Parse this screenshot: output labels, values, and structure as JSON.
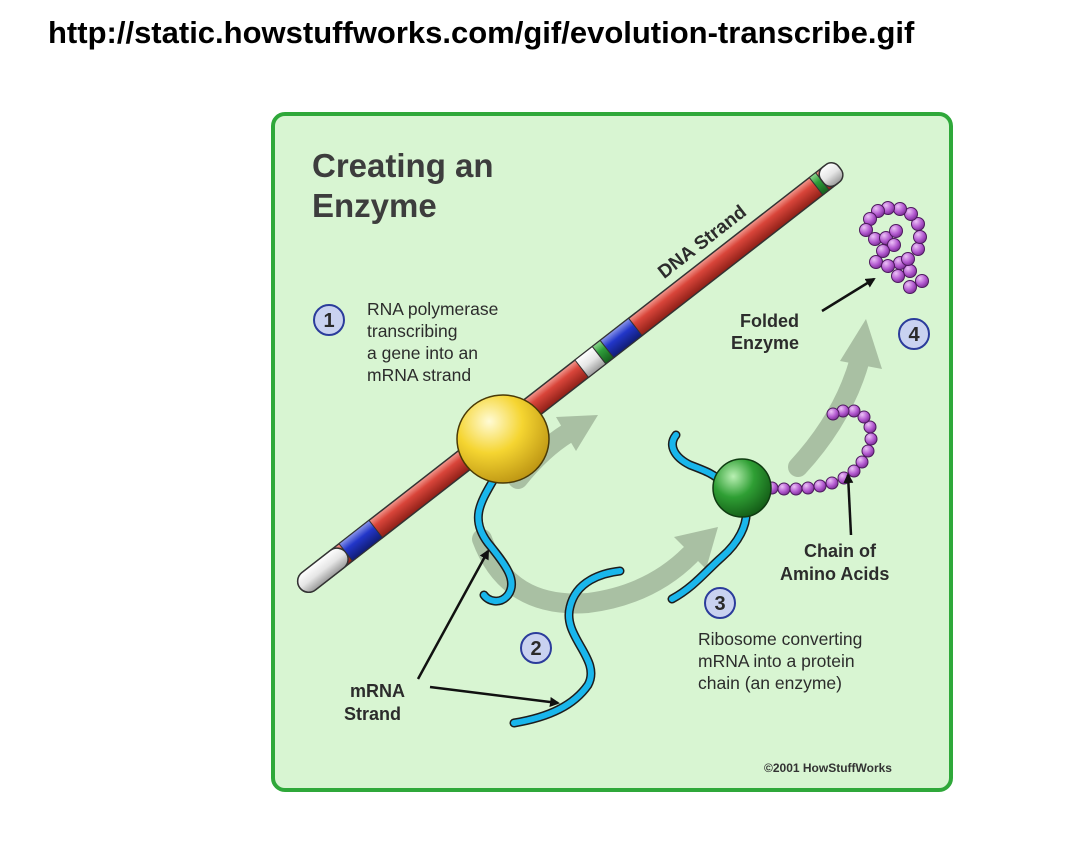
{
  "page": {
    "url_title": "http://static.howstuffworks.com/gif/evolution-transcribe.gif"
  },
  "diagram": {
    "title_line1": "Creating an",
    "title_line2": "Enzyme",
    "dna_label": "DNA Strand",
    "steps": [
      {
        "number": "1",
        "lines": [
          "RNA polymerase",
          "transcribing",
          "a gene into an",
          "mRNA strand"
        ]
      },
      {
        "number": "2",
        "lines": []
      },
      {
        "number": "3",
        "lines": [
          "Ribosome converting",
          "mRNA into a protein",
          "chain (an enzyme)"
        ]
      },
      {
        "number": "4",
        "lines": []
      }
    ],
    "folded_enzyme_lines": [
      "Folded",
      "Enzyme"
    ],
    "amino_chain_lines": [
      "Chain of",
      "Amino Acids"
    ],
    "mrna_label_lines": [
      "mRNA",
      "Strand"
    ],
    "copyright": "©2001 HowStuffWorks"
  },
  "colors": {
    "panel_background": "#d8f5d2",
    "panel_border": "#2fa83a",
    "dna_red": "#d9453a",
    "dna_blue": "#2236c9",
    "dna_green": "#2e9d3a",
    "mrna": "#19b6ec",
    "polymerase": "#f5d531",
    "ribosome": "#2f9f34",
    "amino_acid": "#b35ad0",
    "process_arrow": "#a9c0a3",
    "step_circle": "#c9d2f0"
  }
}
